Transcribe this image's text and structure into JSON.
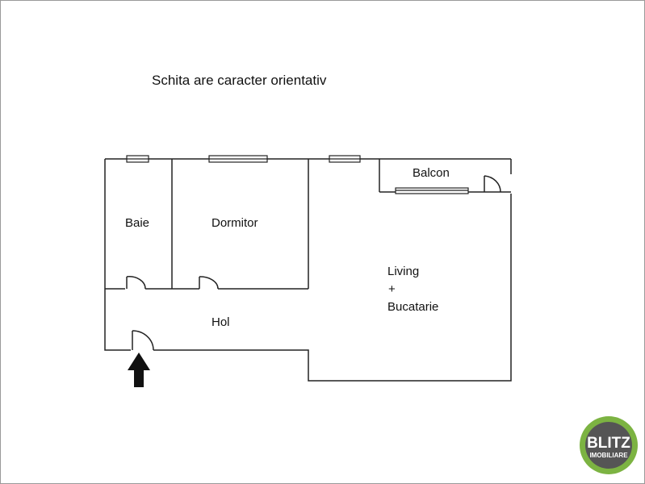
{
  "title": "Schita are caracter orientativ",
  "rooms": {
    "baie": "Baie",
    "dormitor": "Dormitor",
    "balcon": "Balcon",
    "living": "Living",
    "plus": "+",
    "bucatarie": "Bucatarie",
    "hol": "Hol"
  },
  "logo": {
    "line1": "BLITZ",
    "line2": "IMOBILIARE",
    "ring_color": "#7cb342",
    "inner_color": "#555555"
  },
  "colors": {
    "wall": "#222222",
    "arrow": "#111111"
  }
}
